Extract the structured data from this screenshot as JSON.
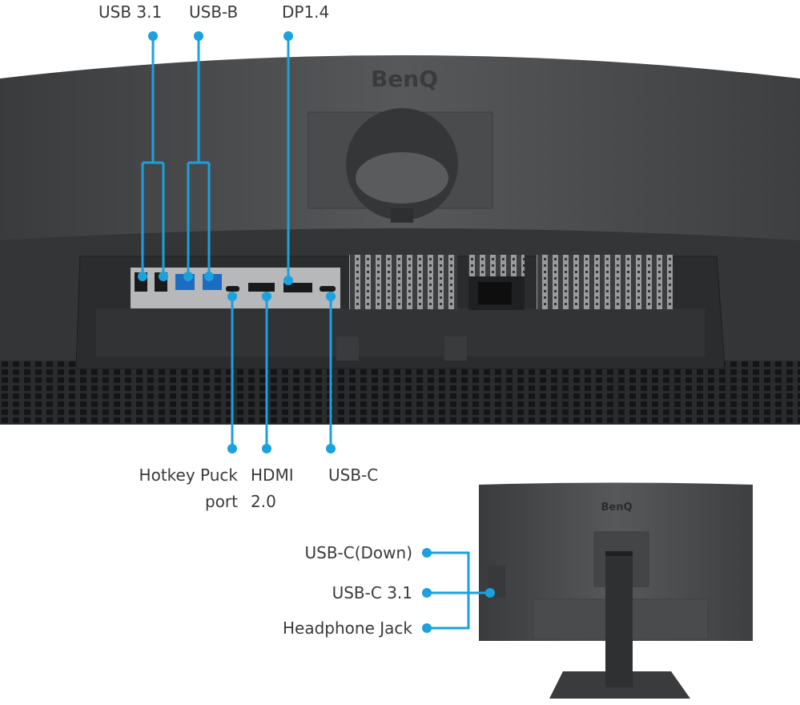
{
  "accent_color": "#1ba1dd",
  "brand_logo": "BenQ",
  "top_labels": [
    "USB 3.1",
    "USB-B",
    "DP1.4"
  ],
  "bottom_labels": {
    "hotkey_line1": "Hotkey Puck",
    "hotkey_line2": "port",
    "hdmi_line1": "HDMI",
    "hdmi_line2": "2.0",
    "usbc": "USB-C"
  },
  "side_labels": [
    "USB-C(Down)",
    "USB-C 3.1",
    "Headphone Jack"
  ]
}
